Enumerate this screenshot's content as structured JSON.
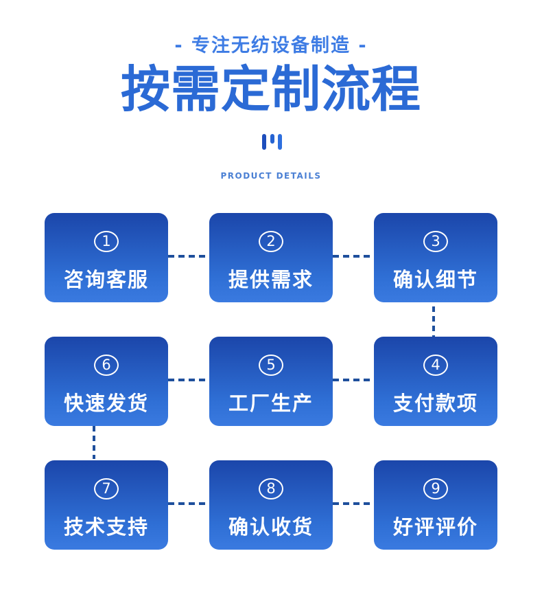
{
  "header": {
    "tagline": "- 专注无纺设备制造 -",
    "title": "按需定制流程",
    "subtitle": "PRODUCT DETAILS"
  },
  "icons": {
    "divider": "quote-bars-icon"
  },
  "colors": {
    "tagline_text": "#3e7ce4",
    "title_text": "#2b6ad5",
    "subtitle_text": "#4b80d4",
    "card_gradient_top": "#1b46aa",
    "card_gradient_bottom": "#3a7ae0",
    "card_text": "#ffffff",
    "connector_dash": "#1e4f9c",
    "background": "#ffffff"
  },
  "steps": [
    {
      "number": "1",
      "label": "咨询客服"
    },
    {
      "number": "2",
      "label": "提供需求"
    },
    {
      "number": "3",
      "label": "确认细节"
    },
    {
      "number": "6",
      "label": "快速发货"
    },
    {
      "number": "5",
      "label": "工厂生产"
    },
    {
      "number": "4",
      "label": "支付款项"
    },
    {
      "number": "7",
      "label": "技术支持"
    },
    {
      "number": "8",
      "label": "确认收货"
    },
    {
      "number": "9",
      "label": "好评评价"
    }
  ]
}
